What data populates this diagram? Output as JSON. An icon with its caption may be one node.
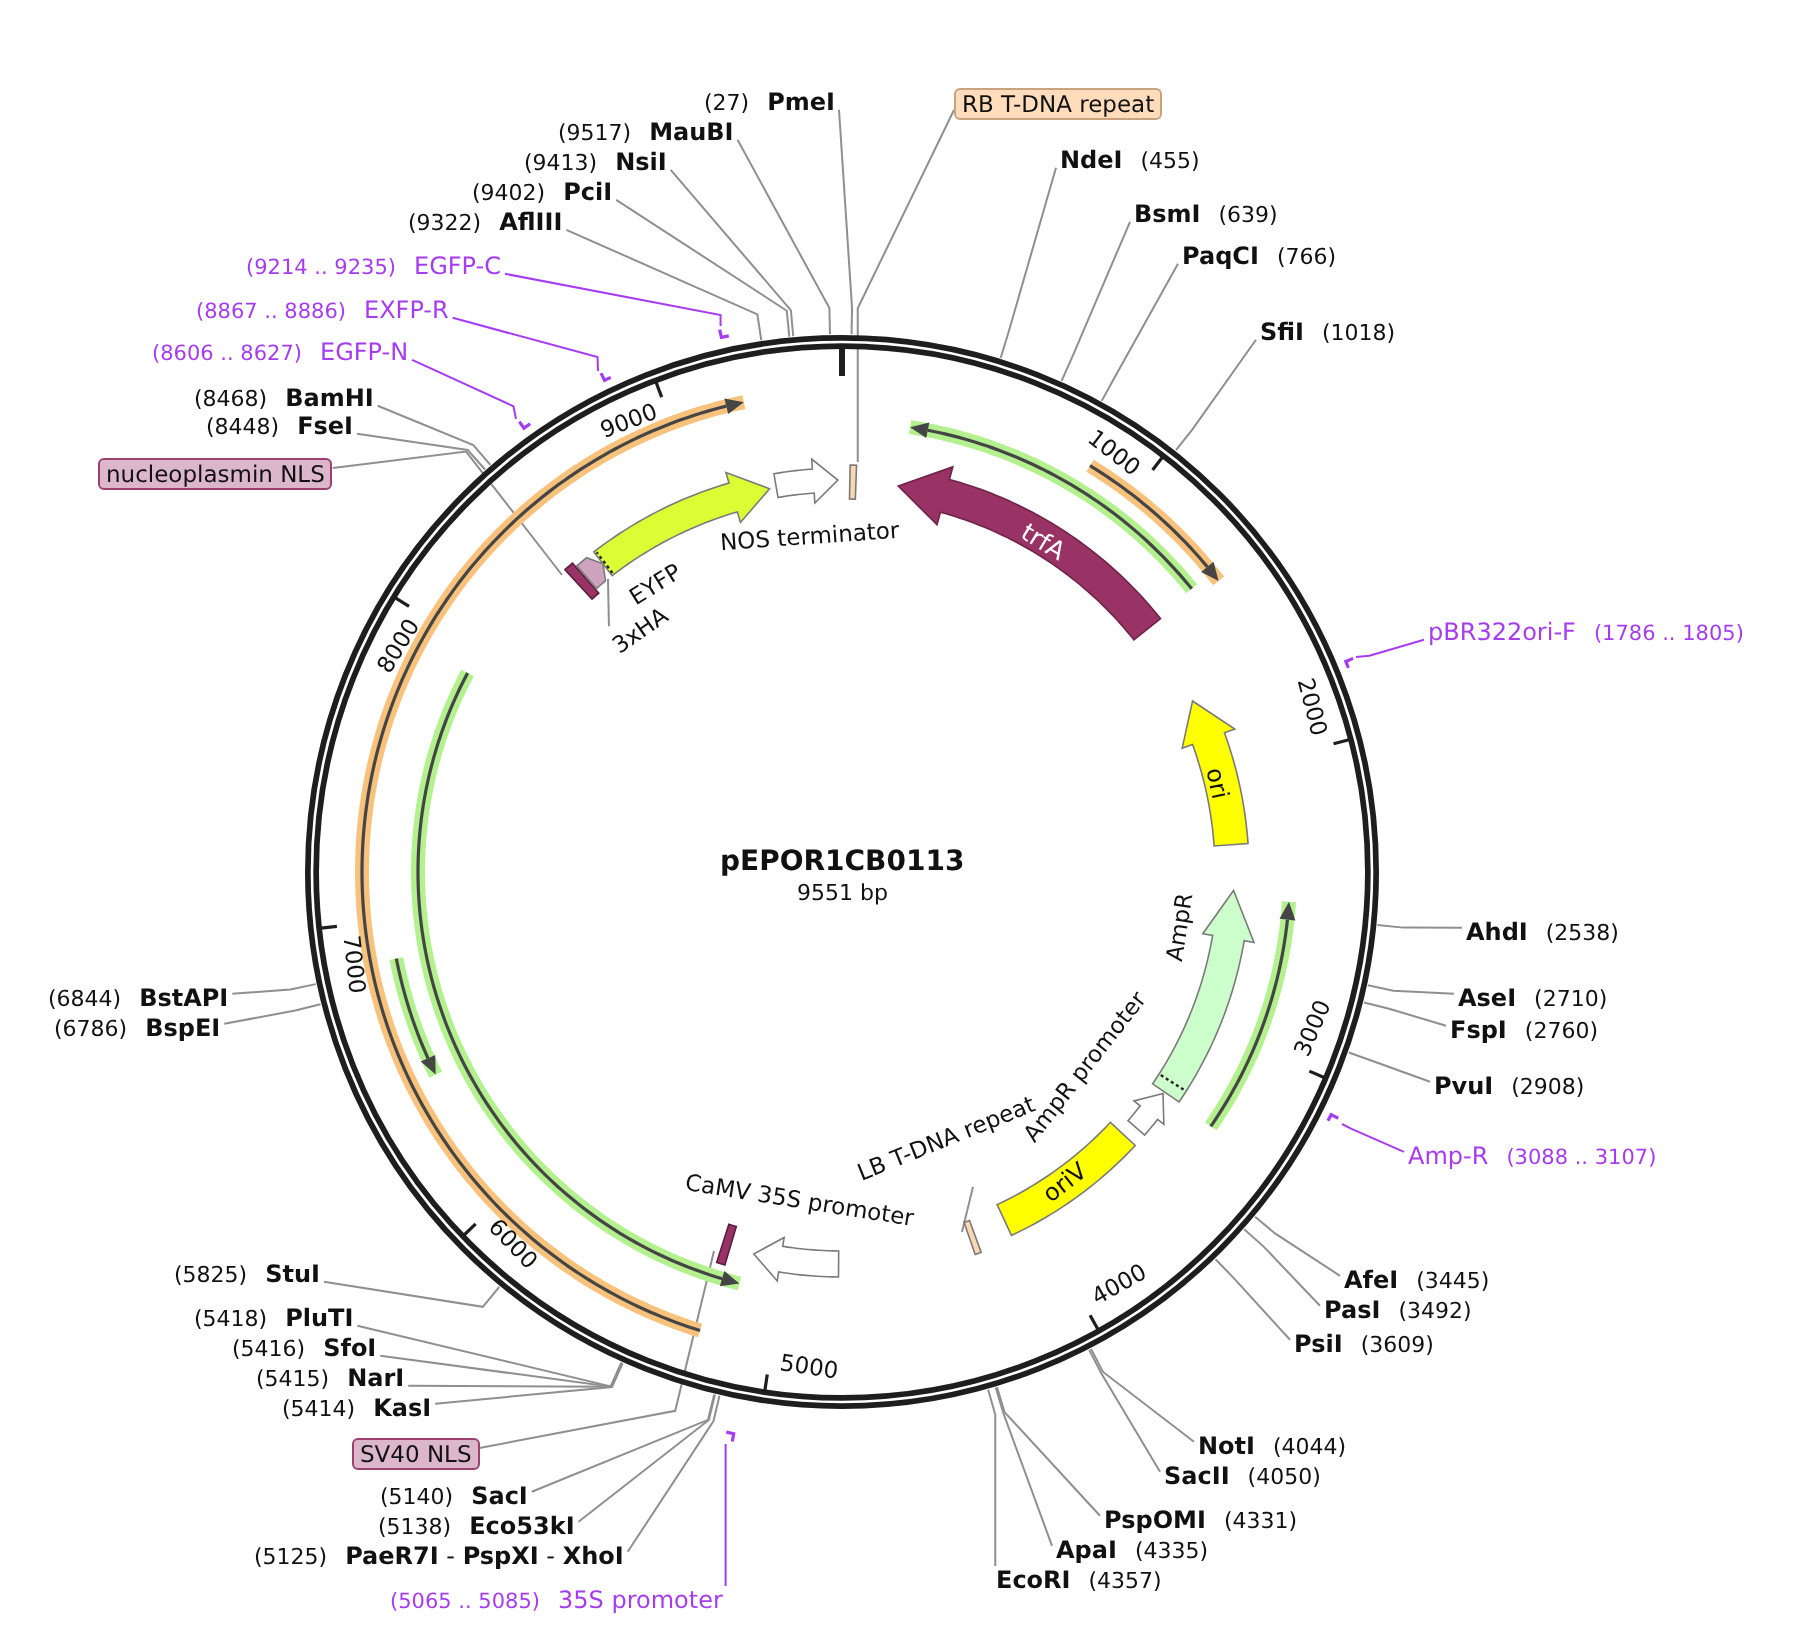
{
  "diagram": {
    "title": "pEPOR1CB0113",
    "nodes": [
      {
        "text": [
          "PmeI"
        ],
        "beside": [
          "(27)"
        ]
      },
      {
        "text": [
          "RB T-DNA repeat"
        ]
      },
      {
        "text": [
          "MauBI"
        ],
        "beside": [
          "(9517)"
        ]
      },
      {
        "text": [
          "NdeI"
        ],
        "beside": [
          "(455)"
        ]
      },
      {
        "text": [
          "NsiI"
        ],
        "beside": [
          "(9413)"
        ]
      },
      {
        "text": [
          "PciI"
        ],
        "beside": [
          "(9402)"
        ]
      },
      {
        "text": [
          "BsmI"
        ],
        "beside": [
          "(639)"
        ]
      },
      {
        "text": [
          "AflIII"
        ],
        "beside": [
          "(9322)"
        ]
      },
      {
        "text": [
          "PaqCI"
        ],
        "beside": [
          "(766)"
        ]
      },
      {
        "text": [
          "EGFP-C"
        ],
        "beside": [
          "(9214 .. 9235)"
        ]
      },
      {
        "text": [
          "EXFP-R"
        ],
        "beside": [
          "(8867 .. 8886)"
        ]
      },
      {
        "text": [
          "SfiI"
        ],
        "beside": [
          "(1018)"
        ]
      },
      {
        "text": [
          "EGFP-N"
        ],
        "beside": [
          "(8606 .. 8627)"
        ]
      },
      {
        "text": [
          "BamHI"
        ],
        "beside": [
          "(8468)"
        ]
      },
      {
        "text": [
          "FseI"
        ],
        "beside": [
          "(8448)"
        ]
      },
      {
        "text": [
          "nucleoplasmin NLS"
        ]
      },
      {
        "text": [
          "pBR322ori-F"
        ],
        "beside": [
          "(1786 .. 1805)"
        ]
      },
      {
        "text": [
          "AhdI"
        ],
        "beside": [
          "(2538)"
        ]
      },
      {
        "text": [
          "BstAPI"
        ],
        "beside": [
          "(6844)"
        ]
      },
      {
        "text": [
          "AseI"
        ],
        "beside": [
          "(2710)"
        ]
      },
      {
        "text": [
          "BspEI"
        ],
        "beside": [
          "(6786)"
        ]
      },
      {
        "text": [
          "FspI"
        ],
        "beside": [
          "(2760)"
        ]
      },
      {
        "text": [
          "PvuI"
        ],
        "beside": [
          "(2908)"
        ]
      },
      {
        "text": [
          "Amp-R"
        ],
        "beside": [
          "(3088 .. 3107)"
        ]
      },
      {
        "text": [
          "StuI"
        ],
        "beside": [
          "(5825)"
        ]
      },
      {
        "text": [
          "AfeI"
        ],
        "beside": [
          "(3445)"
        ]
      },
      {
        "text": [
          "PasI"
        ],
        "beside": [
          "(3492)"
        ]
      },
      {
        "text": [
          "PluTI"
        ],
        "beside": [
          "(5418)"
        ]
      },
      {
        "text": [
          "PsiI"
        ],
        "beside": [
          "(3609)"
        ]
      },
      {
        "text": [
          "SfoI"
        ],
        "beside": [
          "(5416)"
        ]
      },
      {
        "text": [
          "NarI"
        ],
        "beside": [
          "(5415)"
        ]
      },
      {
        "text": [
          "KasI"
        ],
        "beside": [
          "(5414)"
        ]
      },
      {
        "text": [
          "NotI"
        ],
        "beside": [
          "(4044)"
        ]
      },
      {
        "text": [
          "SV40 NLS"
        ]
      },
      {
        "text": [
          "SacII"
        ],
        "beside": [
          "(4050)"
        ]
      },
      {
        "text": [
          "SacI"
        ],
        "beside": [
          "(5140)"
        ]
      },
      {
        "text": [
          "PspOMI"
        ],
        "beside": [
          "(4331)"
        ]
      },
      {
        "text": [
          "Eco53kI"
        ],
        "beside": [
          "(5138)"
        ]
      },
      {
        "text": [
          "ApaI"
        ],
        "beside": [
          "(4335)"
        ]
      },
      {
        "text": [
          "**PaeR7I** - **PspXI** - **XhoI**"
        ],
        "beside": [
          "(5125)"
        ]
      },
      {
        "text": [
          "EcoRI"
        ],
        "beside": [
          "(4357)"
        ]
      },
      {
        "text": [
          "35S promoter"
        ],
        "beside": [
          "(5065 .. 5085)"
        ]
      },
      {
        "text": [],
        "shape": "hook"
      },
      {
        "text": [],
        "shape": "hook"
      },
      {
        "text": [],
        "shape": "hook"
      },
      {
        "text": [],
        "shape": "hook"
      },
      {
        "text": [],
        "shape": "hook"
      },
      {
        "text": [],
        "shape": "hook"
      },
      {
        "text": [],
        "shape": "box"
      },
      {
        "text": [
          "NOS terminator"
        ]
      },
      {
        "text": [
          "trfA"
        ]
      },
      {
        "text": [
          "EYFP"
        ]
      },
      {
        "text": [],
        "shape": "bar"
      },
      {
        "text": [],
        "shape": "pentagon"
      },
      {
        "text": [
          "3xHA"
        ]
      },
      {
        "text": [
          "ori"
        ]
      },
      {
        "text": [
          "AmpR"
        ]
      },
      {
        "text": [
          "AmpR promoter"
        ]
      },
      {
        "text": [
          "oriV"
        ]
      },
      {
        "text": [
          "LB T-DNA repeat"
        ]
      },
      {
        "text": [
          "CaMV 35S promoter"
        ]
      },
      {
        "text": [],
        "shape": "bar"
      },
      {
        "text": [],
        "shape": "box"
      }
    ],
    "edges": [
      {
        "from": 0,
        "to": null,
        "arrow": "none"
      },
      {
        "from": 1,
        "to": 48,
        "arrow": "none"
      },
      {
        "from": 2,
        "to": null,
        "arrow": "none"
      },
      {
        "from": 3,
        "to": null,
        "arrow": "none"
      },
      {
        "from": 4,
        "to": null,
        "arrow": "none"
      },
      {
        "from": 5,
        "to": null,
        "arrow": "none"
      },
      {
        "from": 6,
        "to": null,
        "arrow": "none"
      },
      {
        "from": 7,
        "to": null,
        "arrow": "none"
      },
      {
        "from": 8,
        "to": null,
        "arrow": "none"
      },
      {
        "from": 9,
        "to": 42,
        "arrow": "none",
        "color": "#a63cf0"
      },
      {
        "from": 10,
        "to": 43,
        "arrow": "none",
        "color": "#a63cf0"
      },
      {
        "from": 11,
        "to": null,
        "arrow": "none"
      },
      {
        "from": 12,
        "to": 44,
        "arrow": "none",
        "color": "#a63cf0"
      },
      {
        "from": 13,
        "to": null,
        "arrow": "none"
      },
      {
        "from": 14,
        "to": null,
        "arrow": "none"
      },
      {
        "from": 15,
        "to": 52,
        "arrow": "none"
      },
      {
        "from": 16,
        "to": 45,
        "arrow": "none",
        "color": "#a63cf0"
      },
      {
        "from": 17,
        "to": null,
        "arrow": "none"
      },
      {
        "from": 18,
        "to": null,
        "arrow": "none"
      },
      {
        "from": 19,
        "to": null,
        "arrow": "none"
      },
      {
        "from": 20,
        "to": null,
        "arrow": "none"
      },
      {
        "from": 21,
        "to": null,
        "arrow": "none"
      },
      {
        "from": 22,
        "to": null,
        "arrow": "none"
      },
      {
        "from": 23,
        "to": 46,
        "arrow": "none",
        "color": "#a63cf0"
      },
      {
        "from": 24,
        "to": null,
        "arrow": "none"
      },
      {
        "from": 25,
        "to": null,
        "arrow": "none"
      },
      {
        "from": 26,
        "to": null,
        "arrow": "none"
      },
      {
        "from": 27,
        "to": null,
        "arrow": "none"
      },
      {
        "from": 28,
        "to": null,
        "arrow": "none"
      },
      {
        "from": 29,
        "to": null,
        "arrow": "none"
      },
      {
        "from": 30,
        "to": null,
        "arrow": "none"
      },
      {
        "from": 31,
        "to": null,
        "arrow": "none"
      },
      {
        "from": 32,
        "to": null,
        "arrow": "none"
      },
      {
        "from": 33,
        "to": 61,
        "arrow": "none"
      },
      {
        "from": 34,
        "to": null,
        "arrow": "none"
      },
      {
        "from": 35,
        "to": null,
        "arrow": "none"
      },
      {
        "from": 36,
        "to": null,
        "arrow": "none"
      },
      {
        "from": 37,
        "to": null,
        "arrow": "none"
      },
      {
        "from": 38,
        "to": null,
        "arrow": "none"
      },
      {
        "from": 39,
        "to": null,
        "arrow": "none"
      },
      {
        "from": 40,
        "to": null,
        "arrow": "none"
      },
      {
        "from": 41,
        "to": 47,
        "arrow": "none",
        "color": "#a63cf0"
      },
      {
        "from": 54,
        "to": 53,
        "arrow": "none"
      },
      {
        "from": 59,
        "to": 62,
        "arrow": "none"
      }
    ],
    "labels": [
      "9000",
      "1000",
      "8000",
      "2000",
      "9551 bp",
      "7000",
      "3000",
      "6000",
      "4000",
      "5000"
    ]
  }
}
